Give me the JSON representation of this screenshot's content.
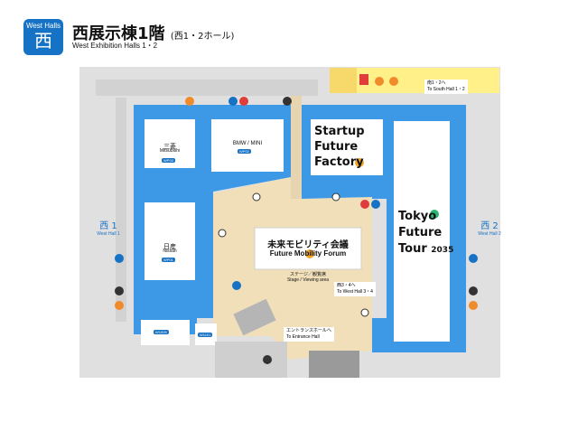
{
  "header": {
    "badge_en": "West Halls",
    "badge_kanji": "西",
    "title": "西展示棟1階",
    "title_suffix": "(西1・2ホール)",
    "subtitle": "West Exhibition Halls 1・2"
  },
  "booths": {
    "mitsubishi_ja": "三菱",
    "mitsubishi_en": "Mitsubishi",
    "mitsubishi_code": "WP03",
    "bmw_name": "BMW / MINI",
    "bmw_code": "WP02",
    "nissan_ja": "日産",
    "nissan_en": "Nissan",
    "nissan_code": "WP01",
    "bottom_left_code": "W1005",
    "bottom_small_code": "W1101"
  },
  "zones": {
    "startup_line1": "Startup",
    "startup_line2": "Future",
    "startup_line3": "Factory",
    "tokyo_line1": "Tokyo",
    "tokyo_line2": "Future",
    "tokyo_line3": "Tour",
    "tokyo_year": "2035",
    "forum_ja": "未来モビリティ会議",
    "forum_en": "Future Mobility Forum",
    "stage_ja": "ステージ／観覧席",
    "stage_en": "Stage / Viewing area"
  },
  "directions": {
    "south_ja": "南1・2へ",
    "south_en": "To South Hall 1・2",
    "west34_ja": "西3・4へ",
    "west34_en": "To West Hall 3・4",
    "entrance_ja": "エントランスホールへ",
    "entrance_en": "To Entrance Hall"
  },
  "side_labels": {
    "west1": "西 1",
    "west1_en": "West Hall 1",
    "west2": "西 2",
    "west2_en": "West Hall 2"
  },
  "colors": {
    "hall_blue": "#3d99e6",
    "corridor": "#e0e0e0",
    "plaza": "#f1dfba",
    "food": "#fff08a",
    "brand_blue": "#1672c4"
  },
  "icons": [
    "restroom-icon",
    "elevator-icon",
    "escalator-icon",
    "accessible-icon",
    "nursing-room-icon",
    "info-icon",
    "smoking-icon",
    "first-aid-icon",
    "food-icon"
  ]
}
